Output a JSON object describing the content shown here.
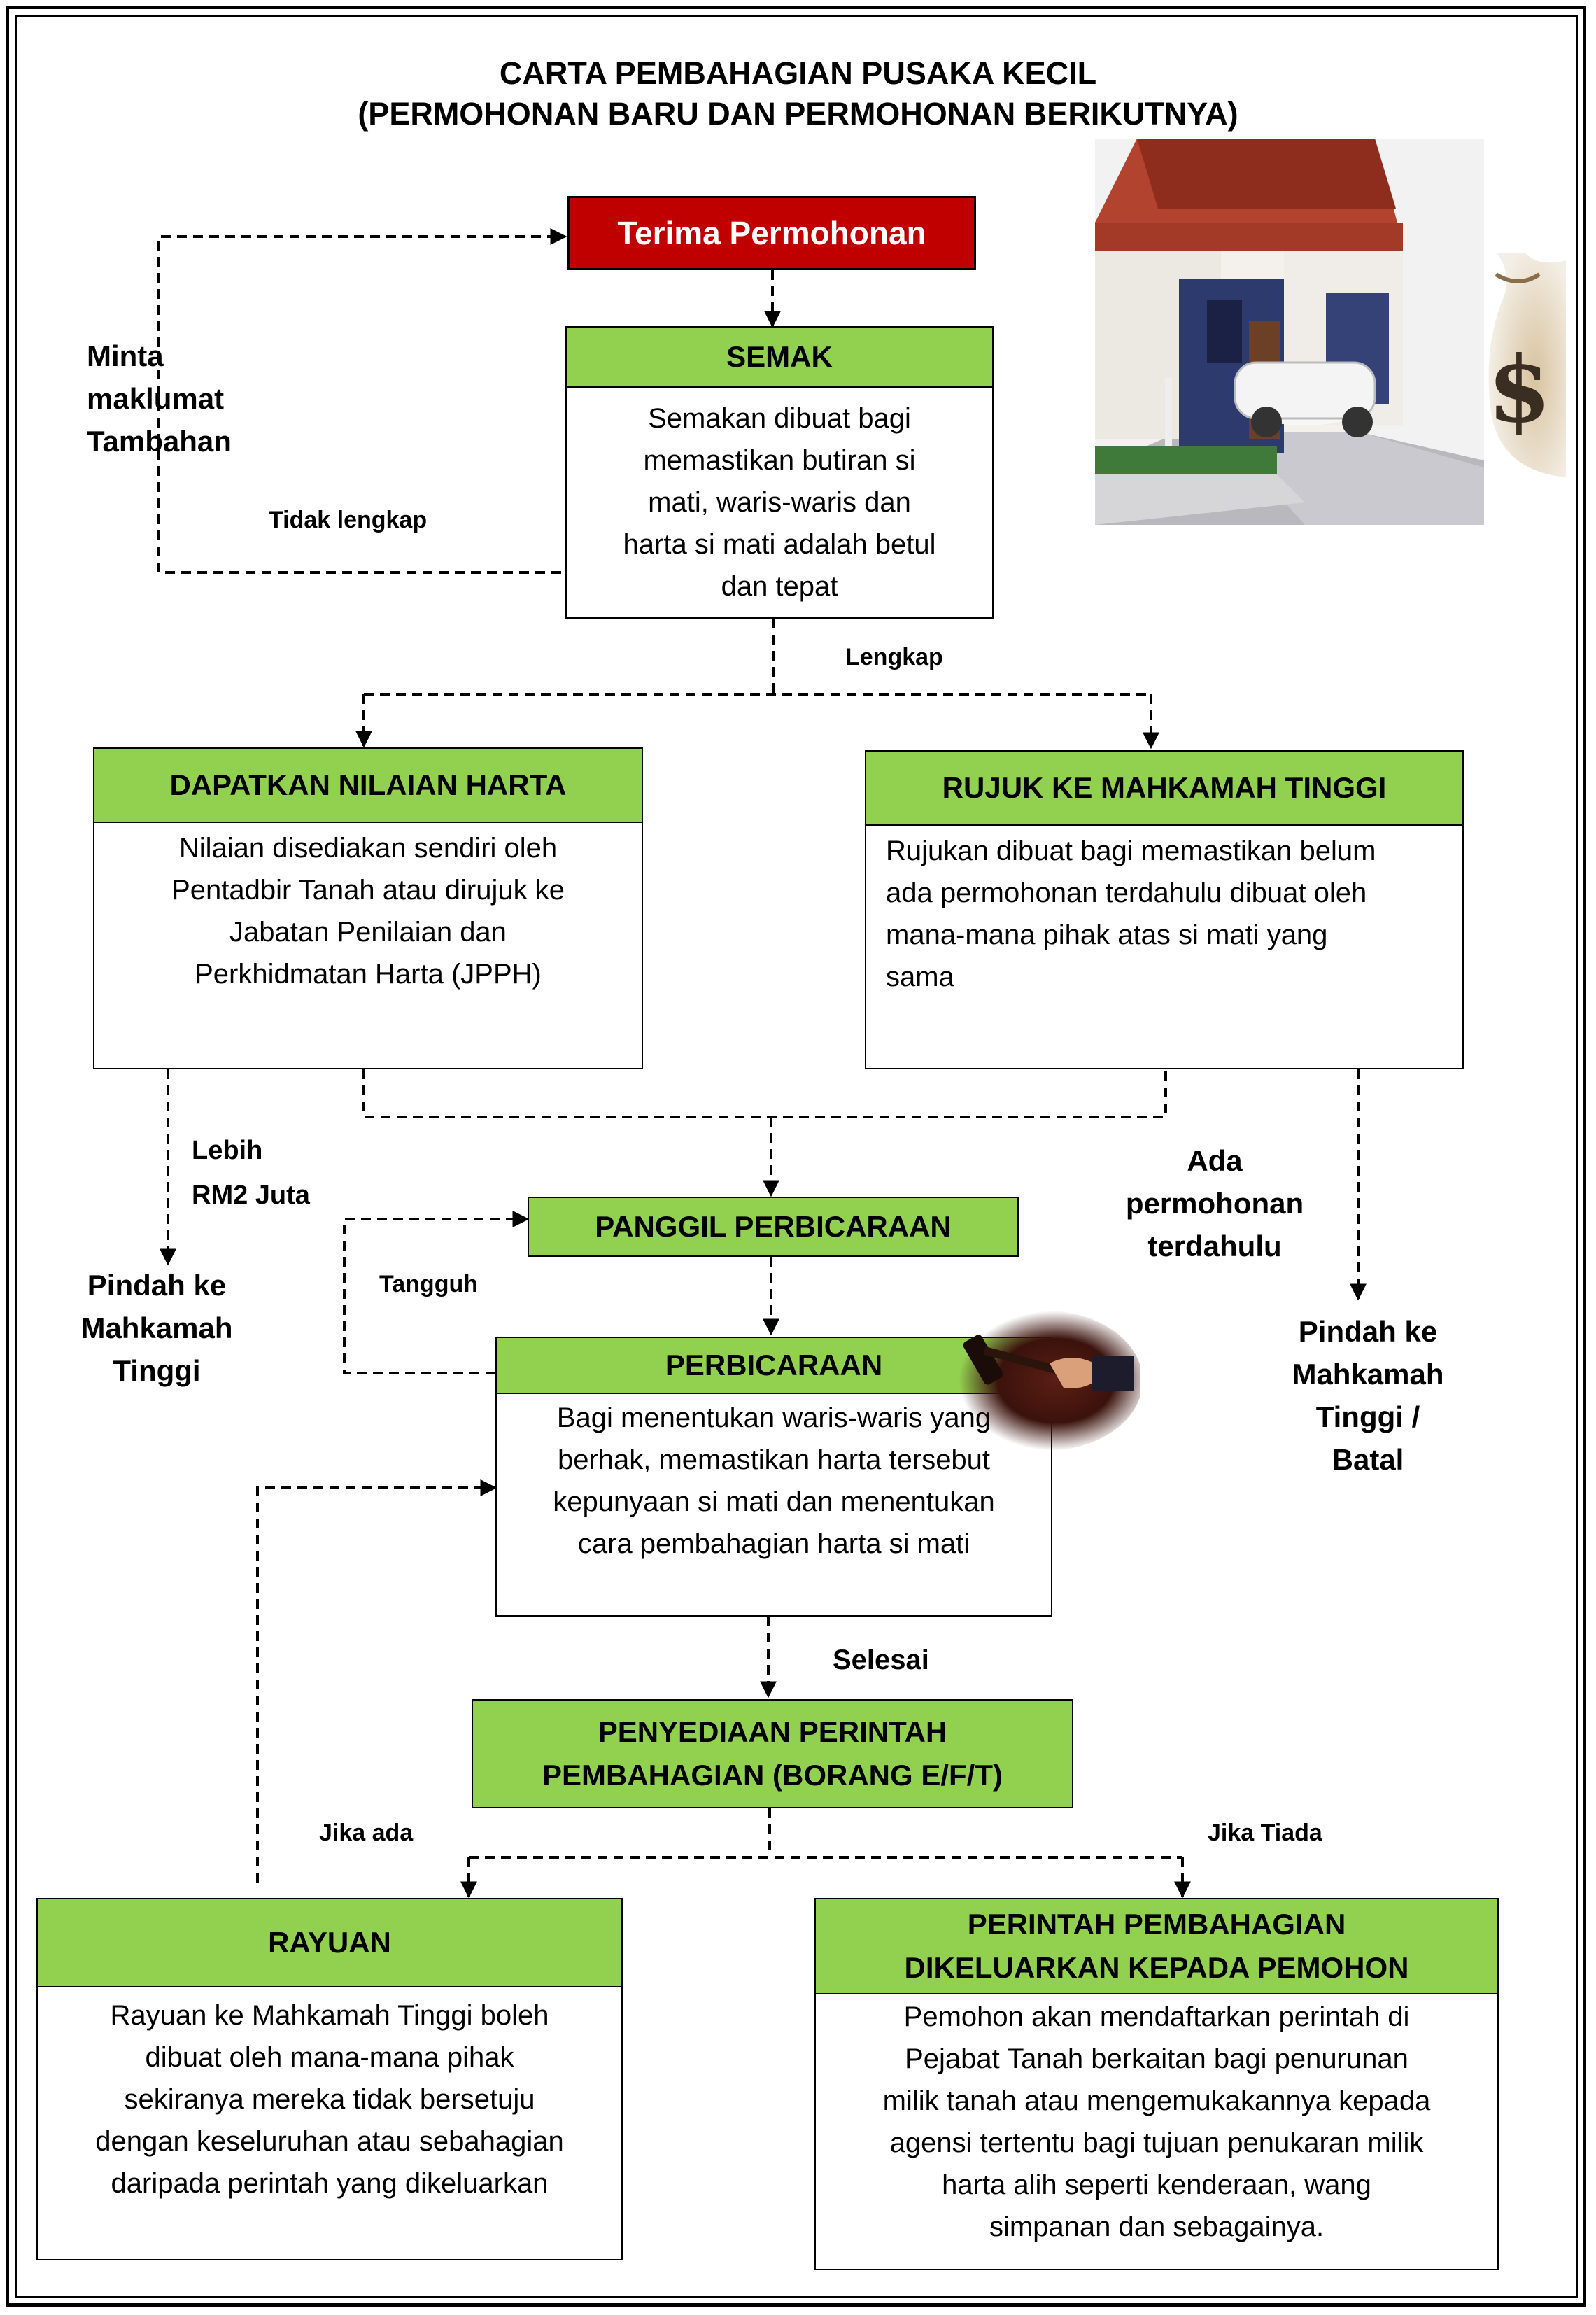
{
  "title": {
    "line1": "CARTA PEMBAHAGIAN PUSAKA KECIL",
    "line2": "(PERMOHONAN BARU DAN PERMOHONAN BERIKUTNYA)"
  },
  "colors": {
    "start_red": "#c00000",
    "header_green": "#92d050"
  },
  "nodes": {
    "terima": {
      "label": "Terima Permohonan"
    },
    "semak": {
      "heading": "SEMAK",
      "lines": [
        "Semakan dibuat bagi",
        "memastikan butiran si",
        "mati, waris-waris dan",
        "harta si mati adalah betul",
        "dan tepat"
      ]
    },
    "nilaian": {
      "heading": "DAPATKAN NILAIAN HARTA",
      "lines": [
        "Nilaian disediakan sendiri oleh",
        "Pentadbir Tanah atau dirujuk ke",
        "Jabatan Penilaian dan",
        "Perkhidmatan Harta (JPPH)"
      ]
    },
    "rujuk": {
      "heading": "RUJUK KE MAHKAMAH TINGGI",
      "lines": [
        "Rujukan dibuat bagi memastikan belum",
        "ada permohonan terdahulu dibuat oleh",
        "mana-mana pihak atas si mati yang",
        "sama"
      ]
    },
    "panggil": {
      "heading": "PANGGIL PERBICARAAN"
    },
    "perbicaraan": {
      "heading": "PERBICARAAN",
      "lines": [
        "Bagi menentukan waris-waris yang",
        "berhak, memastikan harta tersebut",
        "kepunyaan si mati dan menentukan",
        "cara pembahagian harta si mati"
      ]
    },
    "penyediaan": {
      "heading_line1": "PENYEDIAAN PERINTAH",
      "heading_line2": "PEMBAHAGIAN (BORANG E/F/T)"
    },
    "rayuan": {
      "heading": "RAYUAN",
      "lines": [
        "Rayuan ke Mahkamah Tinggi boleh",
        "dibuat oleh mana-mana pihak",
        "sekiranya mereka tidak bersetuju",
        "dengan keseluruhan atau sebahagian",
        "daripada perintah yang dikeluarkan"
      ]
    },
    "perintah": {
      "heading_line1": "PERINTAH PEMBAHAGIAN",
      "heading_line2": "DIKELUARKAN KEPADA PEMOHON",
      "lines": [
        "Pemohon akan mendaftarkan perintah di",
        "Pejabat Tanah  berkaitan bagi penurunan",
        "milik tanah atau mengemukakannya kepada",
        "agensi tertentu bagi tujuan penukaran milik",
        "harta alih seperti kenderaan, wang",
        "simpanan dan sebagainya."
      ]
    }
  },
  "edge_labels": {
    "minta": [
      "Minta",
      "maklumat",
      "Tambahan"
    ],
    "tidak_lengkap": "Tidak lengkap",
    "lengkap": "Lengkap",
    "lebih": [
      "Lebih",
      "RM2 Juta"
    ],
    "pindah_left": [
      "Pindah ke",
      "Mahkamah",
      "Tinggi"
    ],
    "ada": [
      "Ada",
      "permohonan",
      "terdahulu"
    ],
    "pindah_right": [
      "Pindah ke",
      "Mahkamah",
      "Tinggi /",
      "Batal"
    ],
    "tangguh": "Tangguh",
    "selesai": "Selesai",
    "jika_ada": "Jika ada",
    "jika_tiada": "Jika Tiada"
  },
  "images": {
    "house": "house-photo",
    "money_bag": "money-bag-icon",
    "gavel": "gavel-icon"
  }
}
